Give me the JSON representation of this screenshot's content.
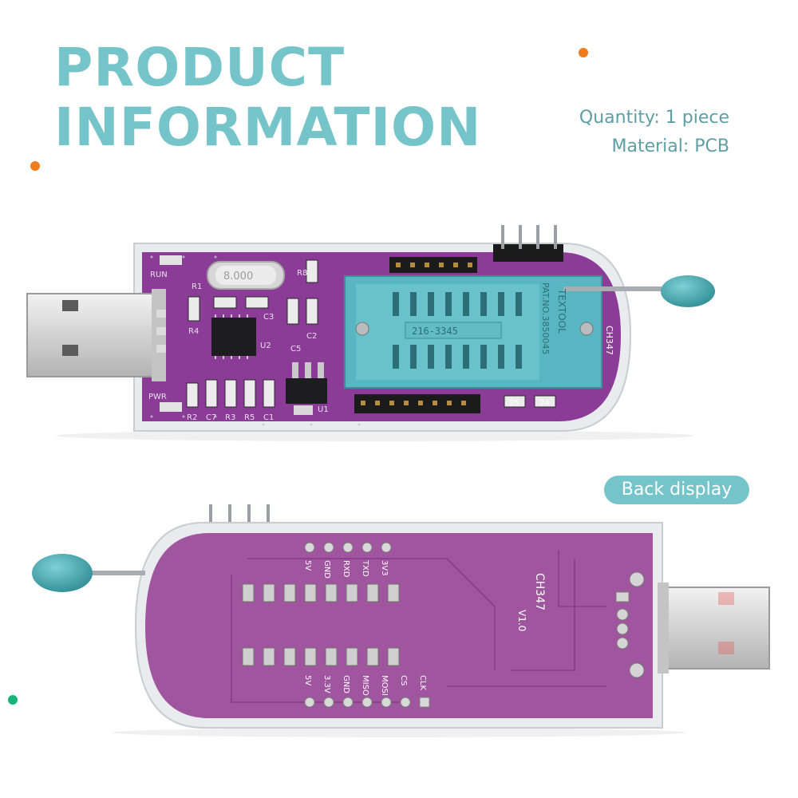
{
  "heading": {
    "line1": "PRODUCT",
    "line2": "INFORMATION"
  },
  "specs": {
    "quantity": "Quantity: 1 piece",
    "material": "Material: PCB"
  },
  "back_label": "Back display",
  "colors": {
    "teal": "#74c4c9",
    "orange": "#f07c1e",
    "green": "#16b37a",
    "pcb": "#8a3c96",
    "pcb_back": "#a0559f",
    "socket": "#57b6c1"
  },
  "front_board": {
    "crystal": "8.000",
    "socket_text": "216-3345",
    "socket_brand": "TEXTOOL",
    "socket_patent": "PAT.NO.3850045",
    "labels": [
      "RUN",
      "PWR",
      "R1",
      "R8",
      "C3",
      "C2",
      "U2",
      "C5",
      "U1",
      "R2",
      "C7",
      "R3",
      "R5",
      "C1",
      "R4",
      "CH347",
      "25",
      "24"
    ]
  },
  "back_board": {
    "chip": "CH347",
    "version": "V1.0",
    "top_pins": [
      "5V",
      "GND",
      "RXD",
      "TXD",
      "3V3"
    ],
    "bottom_pins": [
      "5V",
      "3.3V",
      "GND",
      "MISO",
      "MOSI",
      "CS",
      "CLK"
    ]
  }
}
